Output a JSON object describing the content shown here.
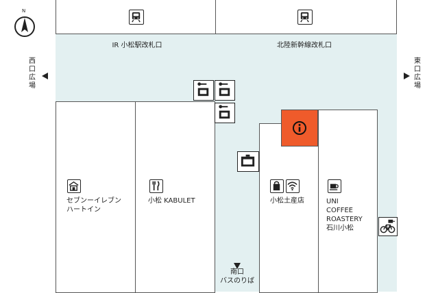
{
  "compass": {
    "north": "N"
  },
  "gates": {
    "ir": {
      "label": "IR 小松駅改札口",
      "icon": "train-icon"
    },
    "hokuriku": {
      "label": "北陸新幹線改札口",
      "icon": "train-icon"
    }
  },
  "exits": {
    "west": {
      "line1": "西",
      "line2": "口",
      "line3": "広",
      "line4": "場"
    },
    "east": {
      "line1": "東",
      "line2": "口",
      "line3": "広",
      "line4": "場"
    },
    "south": {
      "line1": "南口",
      "line2": "バスのりば"
    }
  },
  "shops": {
    "seven": {
      "line1": "セブンーイレブン",
      "line2": "ハートイン",
      "icon": "convenience-store-icon"
    },
    "kabulet": {
      "label": "小松 KABULET",
      "icon": "restaurant-icon"
    },
    "dosan": {
      "label": "小松土産店",
      "icons": [
        "shopping-bag-icon",
        "wifi-icon"
      ]
    },
    "uni": {
      "line1": "UNI",
      "line2": "COFFEE",
      "line3": "ROASTERY",
      "line4": "石川小松",
      "icon": "coffee-cup-icon"
    }
  },
  "facilities": {
    "info": {
      "icon": "information-icon",
      "color": "#ef5b2b"
    },
    "lockers": {
      "icon": "coin-locker-icon"
    },
    "bike": {
      "icon": "bicycle-charging-icon"
    }
  },
  "colors": {
    "concourse": "#e3f0f1",
    "accent": "#ef5b2b"
  }
}
